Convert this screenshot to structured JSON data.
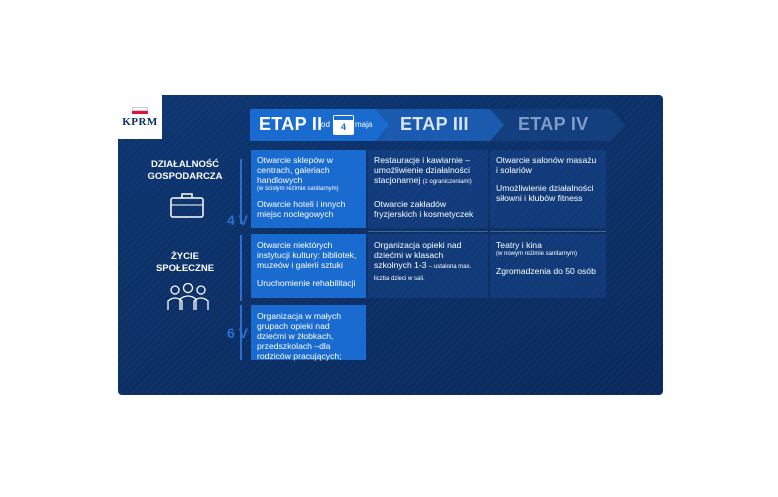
{
  "logo": {
    "text": "KPRM",
    "flag_colors": [
      "#ffffff",
      "#dc143c"
    ]
  },
  "stages": [
    {
      "label": "ETAP II",
      "date_prefix": "od",
      "date_day": "4",
      "date_month": "maja"
    },
    {
      "label": "ETAP III"
    },
    {
      "label": "ETAP IV"
    }
  ],
  "categories": [
    {
      "line1": "DZIAŁALNOŚĆ",
      "line2": "GOSPODARCZA",
      "icon": "briefcase-icon"
    },
    {
      "line1": "ŻYCIE",
      "line2": "SPOŁECZNE",
      "icon": "people-icon"
    }
  ],
  "dates": {
    "first": "4 V",
    "second": "6 V"
  },
  "etap2": {
    "gospodarcza": {
      "item1": "Otwarcie sklepów w centrach, galeriach handlowych",
      "item1_note": "(w ścisłym reżimie sanitarnym)",
      "item2": "Otwarcie hoteli i innych miejsc noclegowych"
    },
    "spoleczne": {
      "item1": "Otwarcie niektórych instytucji kultury: bibliotek, muzeów i galerii sztuki",
      "item2": "Uruchomienie rehabilitacji"
    },
    "may6": "Organizacja w małych grupach opieki nad dziećmi w żłobkach, przedszkolach –dla rodziców pracujących;"
  },
  "etap3": {
    "gospodarcza": {
      "item1": "Restauracje i kawiarnie – umożliwienie działalności stacjonarnej",
      "item1_note": "(z ograniczeniami)",
      "item2": "Otwarcie zakładów fryzjerskich i kosmetyczek"
    },
    "spoleczne": {
      "item1": "Organizacja opieki nad dziećmi w klasach szkolnych 1-3",
      "item1_note": "– ustalona max. liczba dzieci w sali."
    }
  },
  "etap4": {
    "gospodarcza": {
      "item1": "Otwarcie salonów masażu i solariów",
      "item2": "Umożliwienie działalności siłowni i klubów fitness"
    },
    "spoleczne": {
      "item1": "Teatry i kina",
      "item1_note": "(w nowym reżimie sanitarnym)",
      "item2": "Zgromadzenia do 50 osób"
    }
  },
  "colors": {
    "panel": "#0c2f66",
    "accent": "#1a6bd0",
    "number": "#2a6fd1",
    "arrow2": "#1a6bd0",
    "arrow3": "#1a5bb0",
    "arrow4": "#143f7e"
  }
}
